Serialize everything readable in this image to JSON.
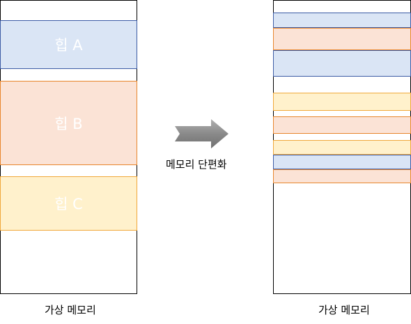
{
  "colors": {
    "heap_blue": {
      "fill": "#dae5f5",
      "border": "#3b5ba5"
    },
    "heap_orange": {
      "fill": "#fbe3d6",
      "border": "#e8862c"
    },
    "heap_yellow": {
      "fill": "#fff1cc",
      "border": "#f0a83a"
    }
  },
  "left_memory": {
    "caption": "가상 메모리",
    "heaps": [
      {
        "label": "힙 A",
        "color": "heap_blue"
      },
      {
        "label": "힙 B",
        "color": "heap_orange"
      },
      {
        "label": "힙 C",
        "color": "heap_yellow"
      }
    ]
  },
  "arrow": {
    "caption": "메모리 단편화",
    "icon": "right-arrow-icon"
  },
  "right_memory": {
    "caption": "가상 메모리",
    "fragments": [
      {
        "color": "heap_blue"
      },
      {
        "color": "heap_orange"
      },
      {
        "color": "heap_blue"
      },
      {
        "color": "heap_yellow"
      },
      {
        "color": "heap_orange"
      },
      {
        "color": "heap_yellow"
      },
      {
        "color": "heap_blue"
      },
      {
        "color": "heap_orange"
      }
    ]
  }
}
